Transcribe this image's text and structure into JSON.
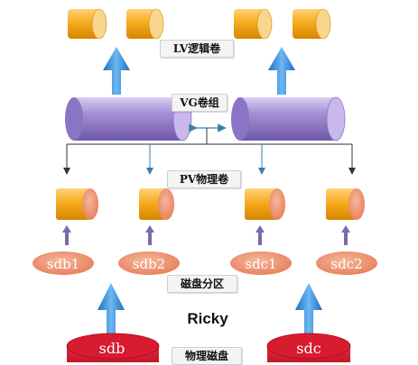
{
  "labels": {
    "lv": "LV逻辑卷",
    "vg": "VG卷组",
    "pv": "PV物理卷",
    "partition": "磁盘分区",
    "disk": "物理磁盘"
  },
  "watermark": "Ricky",
  "partitions": [
    "sdb1",
    "sdb2",
    "sdc1",
    "sdc2"
  ],
  "disks": [
    "sdb",
    "sdc"
  ],
  "colors": {
    "cylinder_orange": "#f5a623",
    "cylinder_pink": "#f2a68a",
    "vg_purple": "#a48fd1",
    "arrow_blue": "#3b8fd8",
    "disk_red": "#d4142a",
    "partition_salmon": "#ef9470",
    "arrow_purple": "#6a5b9a"
  }
}
